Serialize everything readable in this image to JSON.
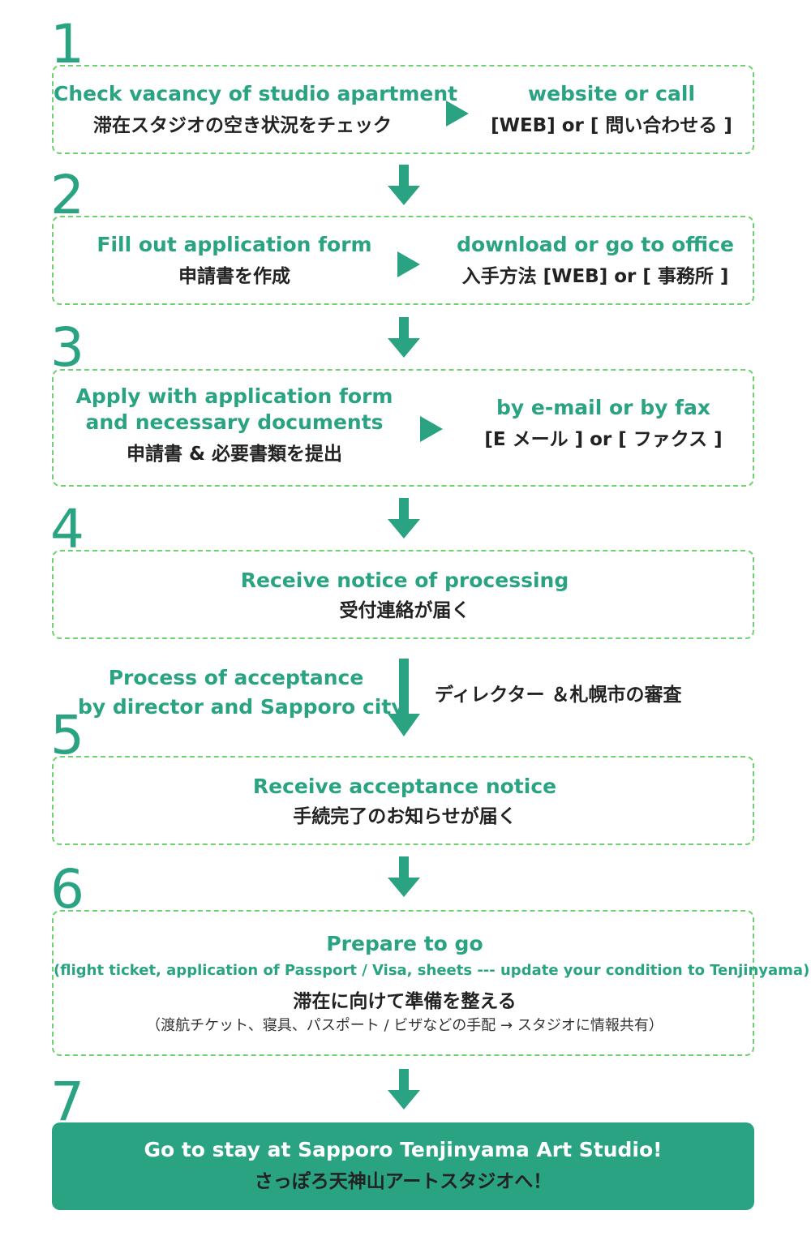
{
  "colors": {
    "accent": "#2aa382",
    "border": "#6fd16f",
    "text": "#222222"
  },
  "steps": [
    {
      "number": "1",
      "left_en": "Check vacancy of studio apartment",
      "left_jp": "滞在スタジオの空き状況をチェック",
      "right_en": "website or call",
      "right_jp": "[WEB] or [ 問い合わせる ]"
    },
    {
      "number": "2",
      "left_en": "Fill out application form",
      "left_jp": "申請書を作成",
      "right_en": "download or go to office",
      "right_jp": "入手方法 [WEB] or [ 事務所 ]"
    },
    {
      "number": "3",
      "left_en_1": "Apply with application form",
      "left_en_2": "and necessary documents",
      "left_jp": "申請書 & 必要書類を提出",
      "right_en": "by e-mail or by fax",
      "right_jp": "[E メール ] or [ ファクス ]"
    },
    {
      "number": "4",
      "en": "Receive notice of processing",
      "jp": "受付連絡が届く"
    },
    {
      "process_en_1": "Process of acceptance",
      "process_en_2": "by director and Sapporo city",
      "process_jp": "ディレクター ＆札幌市の審査"
    },
    {
      "number": "5",
      "en": "Receive acceptance notice",
      "jp": "手続完了のお知らせが届く"
    },
    {
      "number": "6",
      "en": "Prepare to go",
      "en_sub": "(flight ticket, application of Passport / Visa, sheets --- update your condition to Tenjinyama)",
      "jp": "滞在に向けて準備を整える",
      "jp_sub": "（渡航チケット、寝具、パスポート / ビザなどの手配 → スタジオに情報共有）"
    },
    {
      "number": "7",
      "en": "Go to stay at Sapporo Tenjinyama Art Studio!",
      "jp": "さっぽろ天神山アートスタジオへ！"
    }
  ]
}
